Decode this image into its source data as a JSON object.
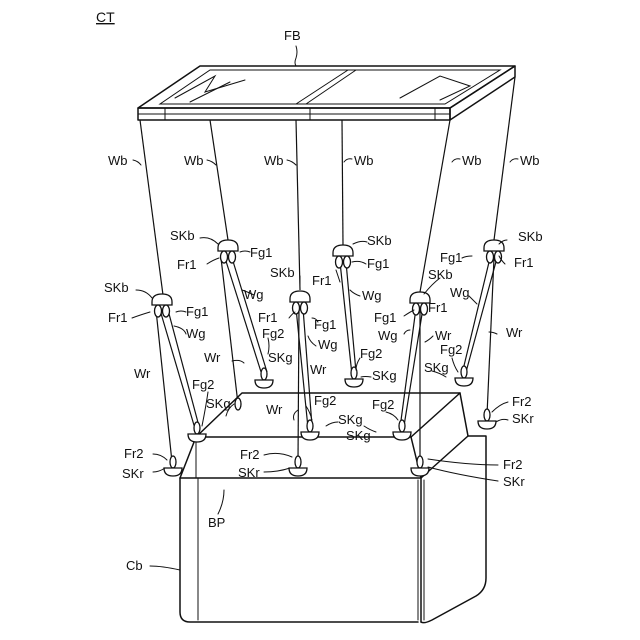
{
  "figure_title": "CT",
  "parts": {
    "frame": "FB",
    "bag": "Cb",
    "panel": "BP"
  },
  "labels": {
    "Wb": "Wb",
    "Wg": "Wg",
    "Wr": "Wr",
    "SKb": "SKb",
    "SKg": "SKg",
    "SKr": "SKr",
    "Fg1": "Fg1",
    "Fg2": "Fg2",
    "Fr1": "Fr1",
    "Fr2": "Fr2"
  }
}
